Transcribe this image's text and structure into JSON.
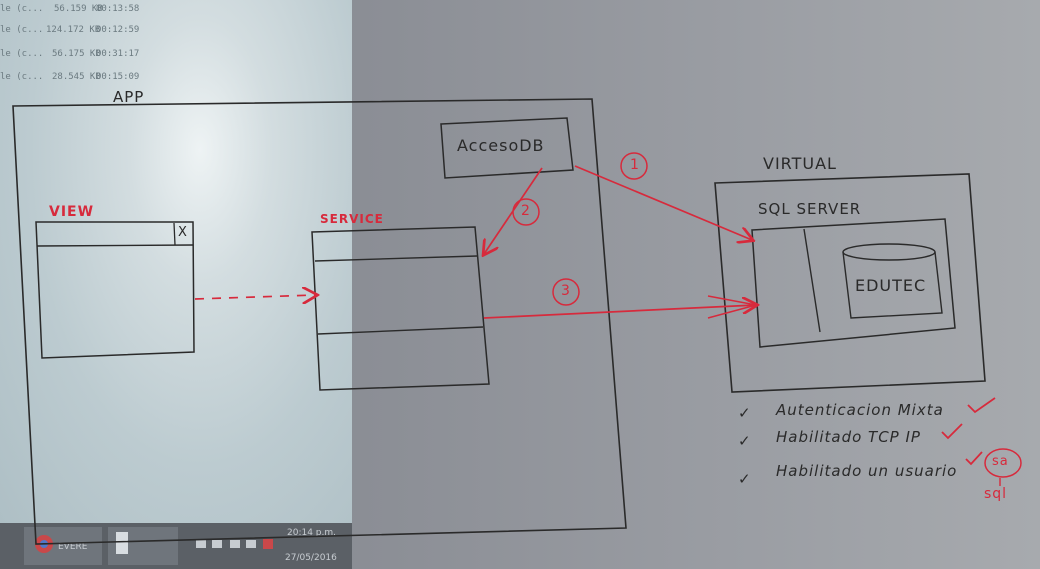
{
  "projection": {
    "rows": [
      {
        "prefix": "le (c...",
        "size": "56.159 KB",
        "time": "00:13:58"
      },
      {
        "prefix": "le (c...",
        "size": "124.172 KB",
        "time": "00:12:59"
      },
      {
        "prefix": "le (c...",
        "size": "56.175 KB",
        "time": "00:31:17"
      },
      {
        "prefix": "le (c...",
        "size": "28.545 KB",
        "time": "00:15:09"
      }
    ],
    "taskbar": {
      "app_label": "EVERE",
      "clock_time": "20:14 p.m.",
      "clock_date": "27/05/2016"
    }
  },
  "diagram": {
    "app_label": "APP",
    "view_label": "VIEW",
    "view_close": "X",
    "service_label": "SERVICE",
    "accesodb_label": "AccesoDB",
    "virtual_label": "VIRTUAL",
    "sqlserver_label": "SQL SERVER",
    "edutec_label": "EDUTEC",
    "step1": "1",
    "step2": "2",
    "step3": "3"
  },
  "notes": {
    "items": [
      {
        "check": "✓",
        "text": "Autenticacion Mixta"
      },
      {
        "check": "✓",
        "text": "Habilitado TCP IP"
      },
      {
        "check": "✓",
        "text": "Habilitado un usuario"
      }
    ],
    "sa_label": "sa",
    "sql_label": "sql"
  },
  "colors": {
    "marker_black": "#2a2a2a",
    "marker_red": "#d72a3c"
  }
}
